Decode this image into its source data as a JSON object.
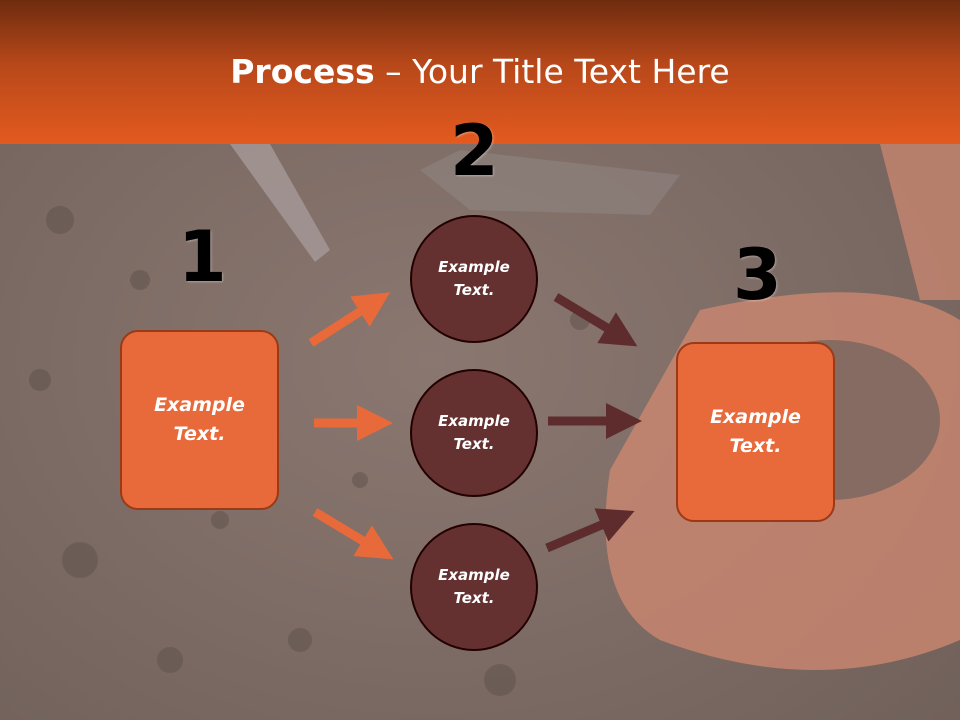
{
  "slide": {
    "title_bold": "Process",
    "title_rest": " – Your Title Text Here"
  },
  "steps": {
    "num1": "1",
    "num2": "2",
    "num3": "3"
  },
  "nodes": {
    "left_box": "Example Text.",
    "circle_top": "Example Text.",
    "circle_mid": "Example Text.",
    "circle_bot": "Example Text.",
    "right_box": "Example Text."
  },
  "colors": {
    "header": "#e35a1f",
    "box_fill": "#e8693a",
    "circle_fill": "#643030",
    "arrow_orange": "#e8693a",
    "arrow_dark": "#5e2c2c"
  }
}
